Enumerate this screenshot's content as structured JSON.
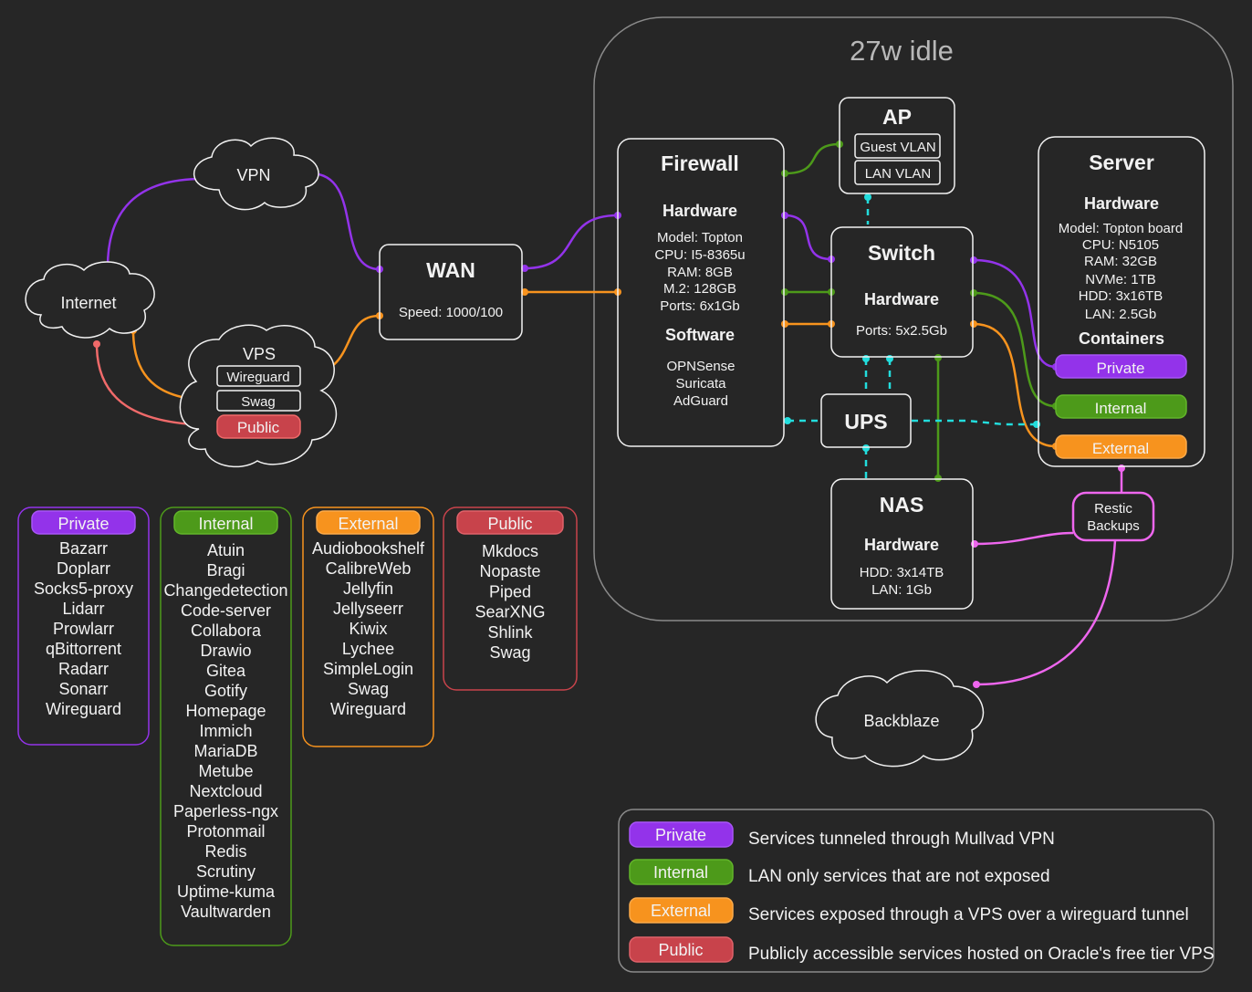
{
  "group_title": "27w idle",
  "clouds": {
    "vpn": "VPN",
    "internet": "Internet",
    "backblaze": "Backblaze"
  },
  "vps": {
    "title": "VPS",
    "items": [
      "Wireguard",
      "Swag",
      "Public"
    ]
  },
  "wan": {
    "title": "WAN",
    "speed": "Speed: 1000/100"
  },
  "firewall": {
    "title": "Firewall",
    "hardware_heading": "Hardware",
    "hardware": [
      "Model: Topton",
      "CPU: I5-8365u",
      "RAM: 8GB",
      "M.2: 128GB",
      "Ports: 6x1Gb"
    ],
    "software_heading": "Software",
    "software": [
      "OPNSense",
      "Suricata",
      "AdGuard"
    ]
  },
  "ap": {
    "title": "AP",
    "vlans": [
      "Guest VLAN",
      "LAN VLAN"
    ]
  },
  "switch": {
    "title": "Switch",
    "hardware_heading": "Hardware",
    "ports": "Ports: 5x2.5Gb"
  },
  "ups": {
    "title": "UPS"
  },
  "server": {
    "title": "Server",
    "hardware_heading": "Hardware",
    "hardware": [
      "Model: Topton board",
      "CPU: N5105",
      "RAM: 32GB",
      "NVMe: 1TB",
      "HDD: 3x16TB",
      "LAN: 2.5Gb"
    ],
    "containers_heading": "Containers",
    "containers": [
      "Private",
      "Internal",
      "External"
    ]
  },
  "nas": {
    "title": "NAS",
    "hardware_heading": "Hardware",
    "hardware": [
      "HDD: 3x14TB",
      "LAN: 1Gb"
    ]
  },
  "restic": [
    "Restic",
    "Backups"
  ],
  "service_groups": [
    {
      "label": "Private",
      "color": "#9333ea",
      "services": [
        "Bazarr",
        "Doplarr",
        "Socks5-proxy",
        "Lidarr",
        "Prowlarr",
        "qBittorrent",
        "Radarr",
        "Sonarr",
        "Wireguard"
      ]
    },
    {
      "label": "Internal",
      "color": "#4d9a1a",
      "services": [
        "Atuin",
        "Bragi",
        "Changedetection",
        "Code-server",
        "Collabora",
        "Drawio",
        "Gitea",
        "Gotify",
        "Homepage",
        "Immich",
        "MariaDB",
        "Metube",
        "Nextcloud",
        "Paperless-ngx",
        "Protonmail",
        "Redis",
        "Scrutiny",
        "Uptime-kuma",
        "Vaultwarden"
      ]
    },
    {
      "label": "External",
      "color": "#f7931e",
      "services": [
        "Audiobookshelf",
        "CalibreWeb",
        "Jellyfin",
        "Jellyseerr",
        "Kiwix",
        "Lychee",
        "SimpleLogin",
        "Swag",
        "Wireguard"
      ]
    },
    {
      "label": "Public",
      "color": "#c8434b",
      "services": [
        "Mkdocs",
        "Nopaste",
        "Piped",
        "SearXNG",
        "Shlink",
        "Swag"
      ]
    }
  ],
  "legend": [
    {
      "label": "Private",
      "description": "Services tunneled through Mullvad VPN",
      "color": "#9333ea"
    },
    {
      "label": "Internal",
      "description": "LAN only services that are not exposed",
      "color": "#4d9a1a"
    },
    {
      "label": "External",
      "description": "Services exposed through a VPS over a wireguard tunnel",
      "color": "#f7931e"
    },
    {
      "label": "Public",
      "description": "Publicly accessible services hosted on Oracle's free tier VPS",
      "color": "#c8434b"
    }
  ],
  "colors": {
    "background": "#262626",
    "private": "#9333ea",
    "internal": "#4d9a1a",
    "external": "#f7931e",
    "public": "#c8434b",
    "backup": "#ee66ee",
    "power": "#22dddd",
    "vps_link": "#f06a6a"
  }
}
